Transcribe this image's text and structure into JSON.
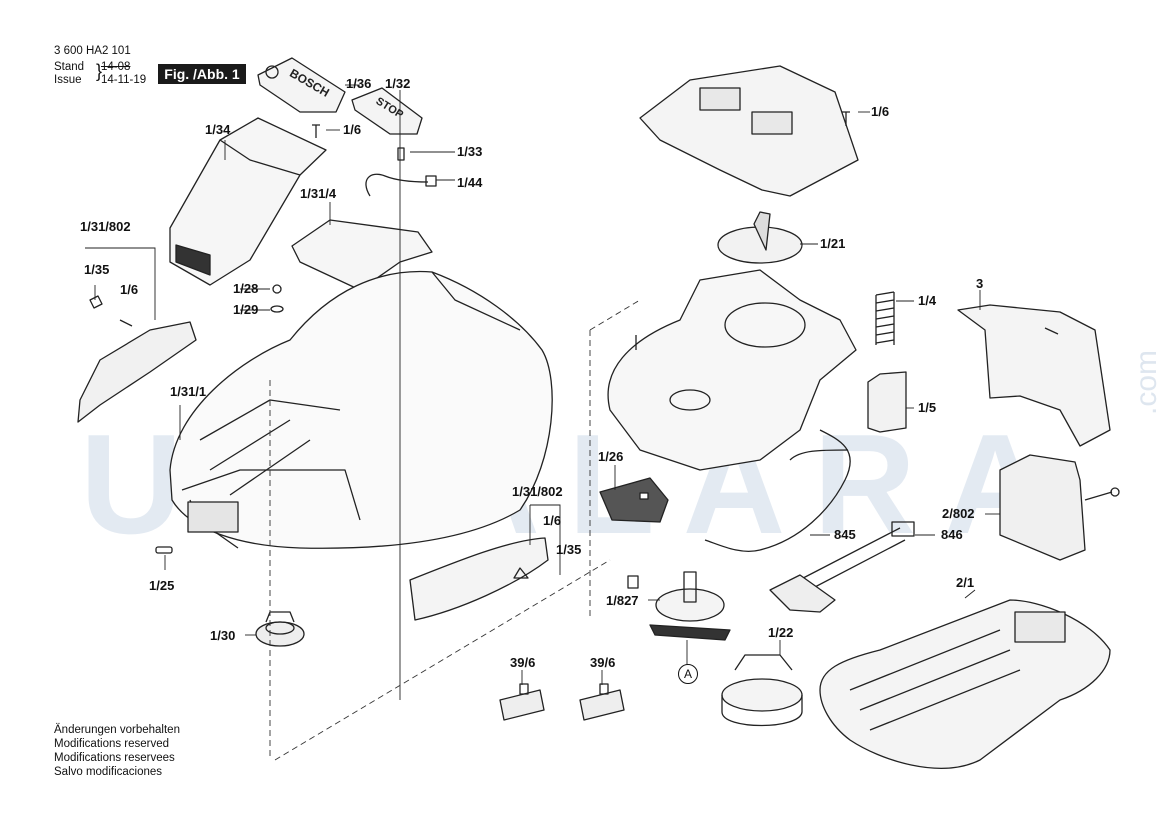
{
  "header": {
    "doc_number": "3 600 HA2 101",
    "stand_label": "Stand",
    "issue_label": "Issue",
    "old_date": "14-08",
    "date": "14-11-19",
    "figure_label": "Fig. /Abb. 1"
  },
  "watermark": {
    "text": "USTALARA",
    "suffix": ".com"
  },
  "notes": [
    "Änderungen vorbehalten",
    "Modifications reserved",
    "Modifications reservees",
    "Salvo modificaciones"
  ],
  "brand_print": {
    "logo": "BOSCH",
    "stop_key": "STOP"
  },
  "callouts": {
    "c_1_36": "1/36",
    "c_1_32": "1/32",
    "c_1_6_top": "1/6",
    "c_1_6_right": "1/6",
    "c_1_34": "1/34",
    "c_1_33": "1/33",
    "c_1_44": "1/44",
    "c_1_31_4": "1/31/4",
    "c_1_31_802_left": "1/31/802",
    "c_1_35_left": "1/35",
    "c_1_6_left": "1/6",
    "c_1_28": "1/28",
    "c_1_29": "1/29",
    "c_1_21": "1/21",
    "c_1_4": "1/4",
    "c_3": "3",
    "c_1_5": "1/5",
    "c_1_31_1": "1/31/1",
    "c_1_26": "1/26",
    "c_1_31_802_right": "1/31/802",
    "c_1_6_mid": "1/6",
    "c_1_35_right": "1/35",
    "c_2_802": "2/802",
    "c_845": "845",
    "c_846": "846",
    "c_1_25": "1/25",
    "c_1_827": "1/827",
    "c_2_1": "2/1",
    "c_1_22": "1/22",
    "c_1_30": "1/30",
    "c_39_6_a": "39/6",
    "c_39_6_b": "39/6",
    "c_A": "A"
  }
}
